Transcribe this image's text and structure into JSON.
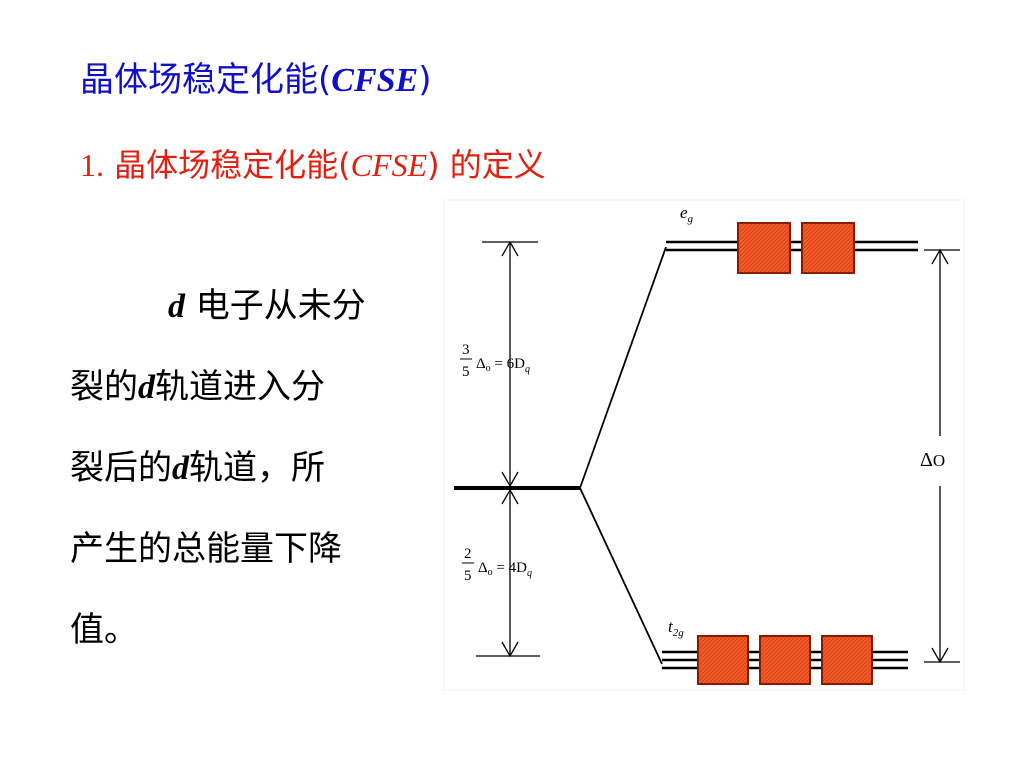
{
  "slide": {
    "title_prefix": "晶体场稳定化能(",
    "title_abbr": "CFSE",
    "title_suffix": ")",
    "subtitle_number": "1.",
    "subtitle_prefix": "晶体场稳定化能(",
    "subtitle_abbr": "CFSE",
    "subtitle_suffix": ") 的定义",
    "body": {
      "line1_var": "d",
      "line1_rest": " 电子从未分",
      "line2_a": "裂的",
      "line2_var": "d",
      "line2_b": "轨道进入分",
      "line3_a": "裂后的",
      "line3_var": "d",
      "line3_b": "轨道，所",
      "line4": "产生的总能量下降",
      "line5": "值。"
    }
  },
  "diagram": {
    "eg_label": "e",
    "eg_sub": "g",
    "t2g_label": "t",
    "t2g_sub": "2g",
    "upper_frac_num": "3",
    "upper_frac_den": "5",
    "upper_eq": "Δ",
    "upper_eq_sub": "o",
    "upper_rhs": " = 6D",
    "upper_rhs_sub": "q",
    "lower_frac_num": "2",
    "lower_frac_den": "5",
    "lower_eq": "Δ",
    "lower_eq_sub": "o",
    "lower_rhs": " = 4D",
    "lower_rhs_sub": "q",
    "delta_label": "Δ",
    "delta_sub": "O",
    "colors": {
      "box_fill": "#f25a2a",
      "box_stroke": "#8a1a00",
      "line": "#000000"
    },
    "eg_box_count": 2,
    "t2g_box_count": 3
  }
}
